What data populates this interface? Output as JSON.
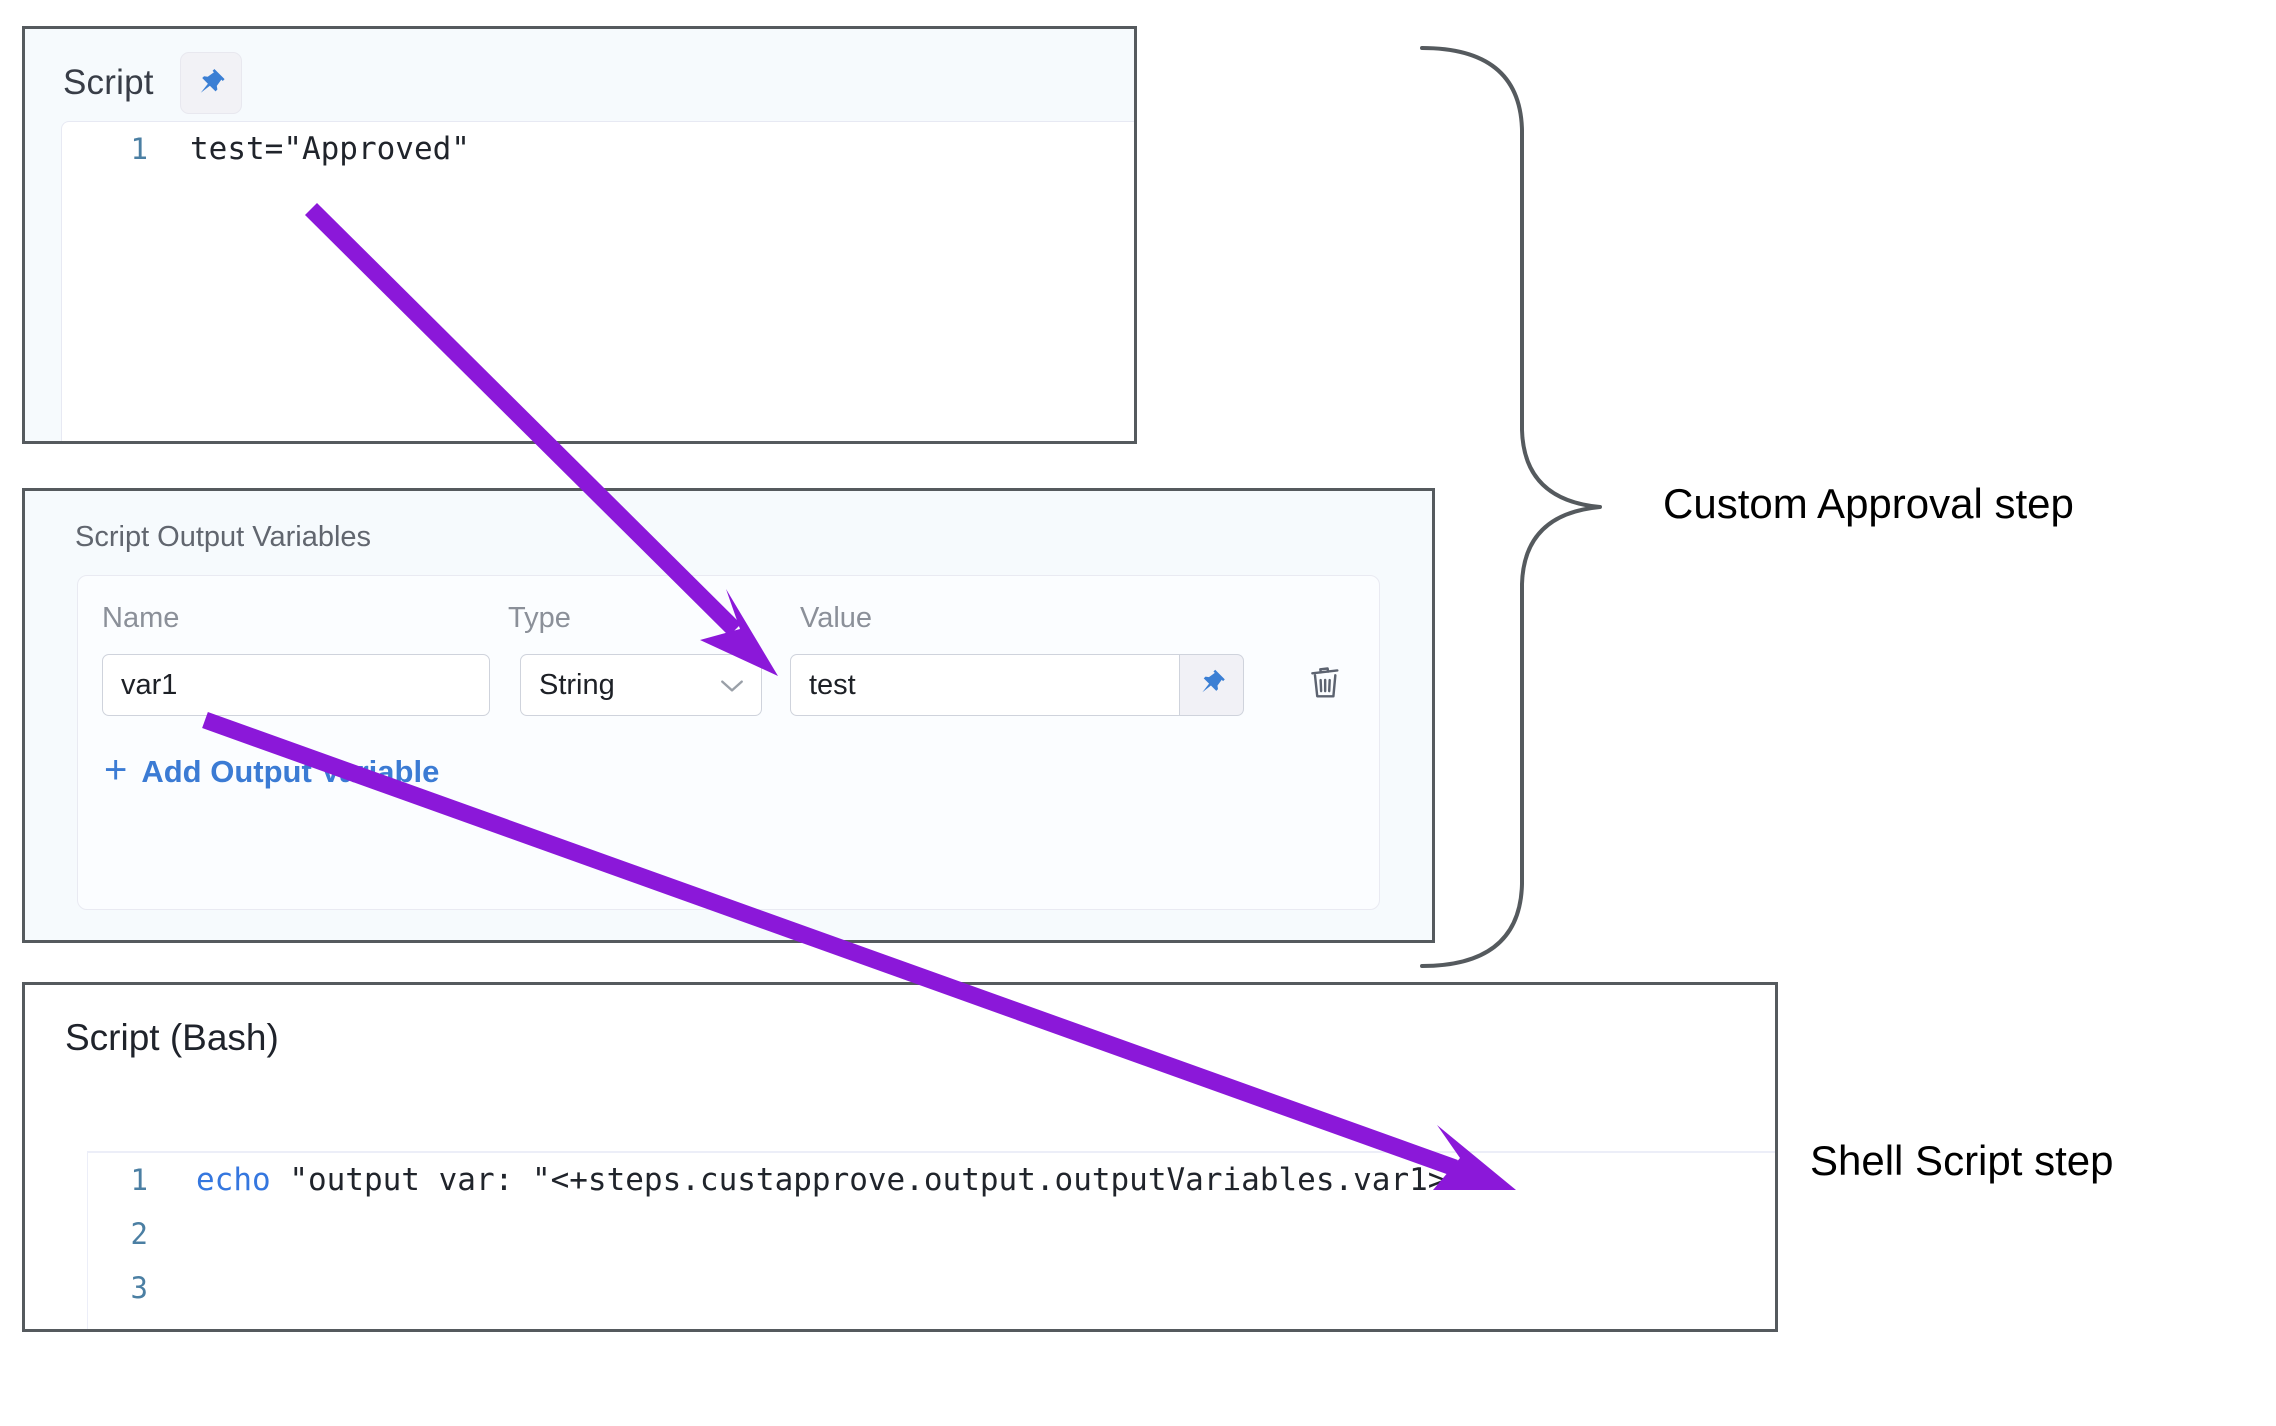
{
  "script_panel": {
    "title": "Script",
    "pin_icon": "pin-icon",
    "code": {
      "lines": [
        {
          "num": "1",
          "text": "test=\"Approved\""
        }
      ]
    }
  },
  "output_variables_panel": {
    "title": "Script Output Variables",
    "columns": {
      "name": "Name",
      "type": "Type",
      "value": "Value"
    },
    "rows": [
      {
        "name": "var1",
        "type": "String",
        "value": "test",
        "pin_icon": "pin-icon",
        "delete_icon": "trash-icon",
        "chevron_icon": "chevron-down-icon"
      }
    ],
    "add_label": "Add Output Variable",
    "add_plus": "+"
  },
  "bash_panel": {
    "title": "Script (Bash)",
    "code": {
      "lines": [
        {
          "num": "1",
          "keyword": "echo",
          "text": " \"output var: \"<+steps.custapprove.output.outputVariables.var1>"
        },
        {
          "num": "2",
          "keyword": "",
          "text": ""
        },
        {
          "num": "3",
          "keyword": "",
          "text": ""
        }
      ]
    }
  },
  "annotations": {
    "custom_approval": "Custom Approval step",
    "shell_script": "Shell Script step",
    "arrow_color": "#8b18d9",
    "brace_color": "#555a5e"
  },
  "colors": {
    "panel_border": "#555a5e",
    "panel_tint": "#f6fafd",
    "link_blue": "#3b7bd4",
    "pin_blue": "#3b7fd4",
    "code_blue": "#3577df",
    "line_number": "#4b7fa3",
    "label_gray": "#8b9099"
  }
}
